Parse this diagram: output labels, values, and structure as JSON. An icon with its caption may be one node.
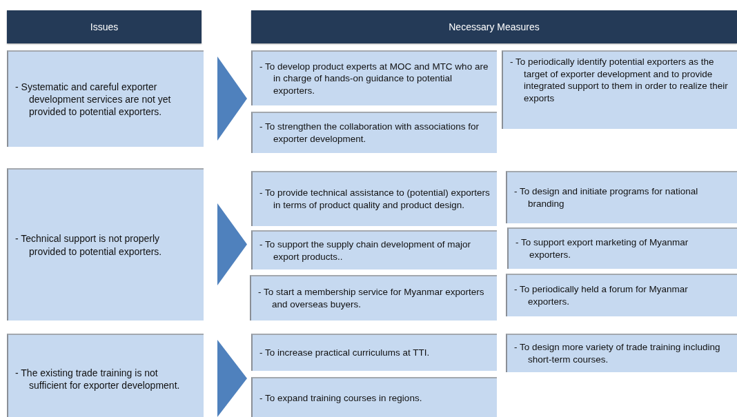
{
  "diagram": {
    "nodes": [
      {
        "text": [
          "Issues"
        ]
      },
      {
        "text": [
          "Necessary Measures"
        ]
      },
      {
        "text": [
          "- Systematic and careful exporter development services are not yet provided to potential exporters."
        ]
      },
      {
        "text": [
          "- To develop product experts at MOC and MTC who are in charge of hands-on guidance to potential exporters."
        ]
      },
      {
        "text": [
          "- To strengthen the collaboration with associations for exporter development."
        ]
      },
      {
        "text": [
          "- To periodically identify potential exporters as the target of exporter development and to provide integrated support to them in order to realize their exports"
        ]
      },
      {
        "text": [
          "- Technical support is not properly provided to potential exporters."
        ]
      },
      {
        "text": [
          "- To provide technical assistance to (potential) exporters in terms of product quality and product design."
        ]
      },
      {
        "text": [
          "- To support the supply chain development of major export products.."
        ]
      },
      {
        "text": [
          "- To start a membership service for Myanmar exporters and overseas buyers."
        ]
      },
      {
        "text": [
          "- To design and initiate programs for national branding"
        ]
      },
      {
        "text": [
          "- To support export marketing of Myanmar exporters."
        ]
      },
      {
        "text": [
          "- To periodically held a forum for Myanmar exporters."
        ]
      },
      {
        "text": [
          "- The existing trade training is not sufficient for exporter development."
        ]
      },
      {
        "text": [
          "- To increase practical curriculums at TTI."
        ]
      },
      {
        "text": [
          "- To expand training courses in regions."
        ]
      },
      {
        "text": [
          "- To design more variety of trade training including short-term courses."
        ]
      }
    ],
    "edges": [
      {
        "from": 2,
        "to": 3,
        "arrow": "to"
      },
      {
        "from": 6,
        "to": 8,
        "arrow": "to"
      },
      {
        "from": 13,
        "to": 14,
        "arrow": "to"
      }
    ]
  }
}
